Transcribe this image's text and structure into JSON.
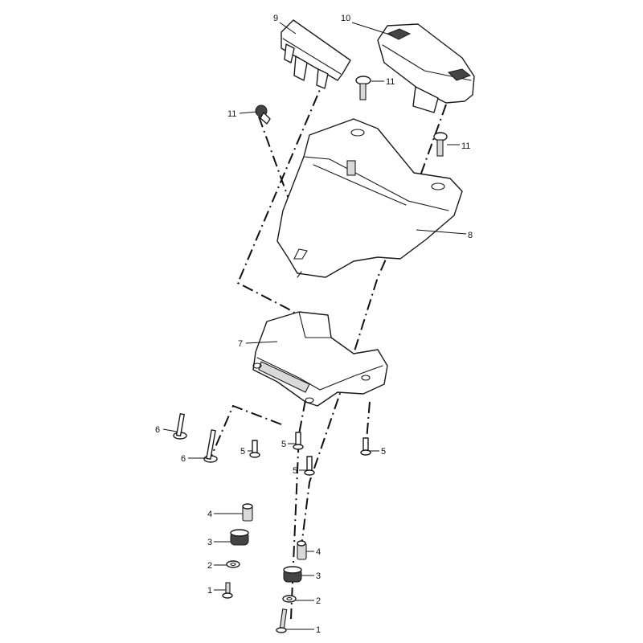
{
  "callouts": {
    "c1a": "1",
    "c1b": "1",
    "c2a": "2",
    "c2b": "2",
    "c3a": "3",
    "c3b": "3",
    "c4a": "4",
    "c4b": "4",
    "c5a": "5",
    "c5b": "5",
    "c5c": "5",
    "c5d": "5",
    "c6a": "6",
    "c6b": "6",
    "c7": "7",
    "c8": "8",
    "c9": "9",
    "c10": "10",
    "c11a": "11",
    "c11b": "11",
    "c11c": "11"
  }
}
